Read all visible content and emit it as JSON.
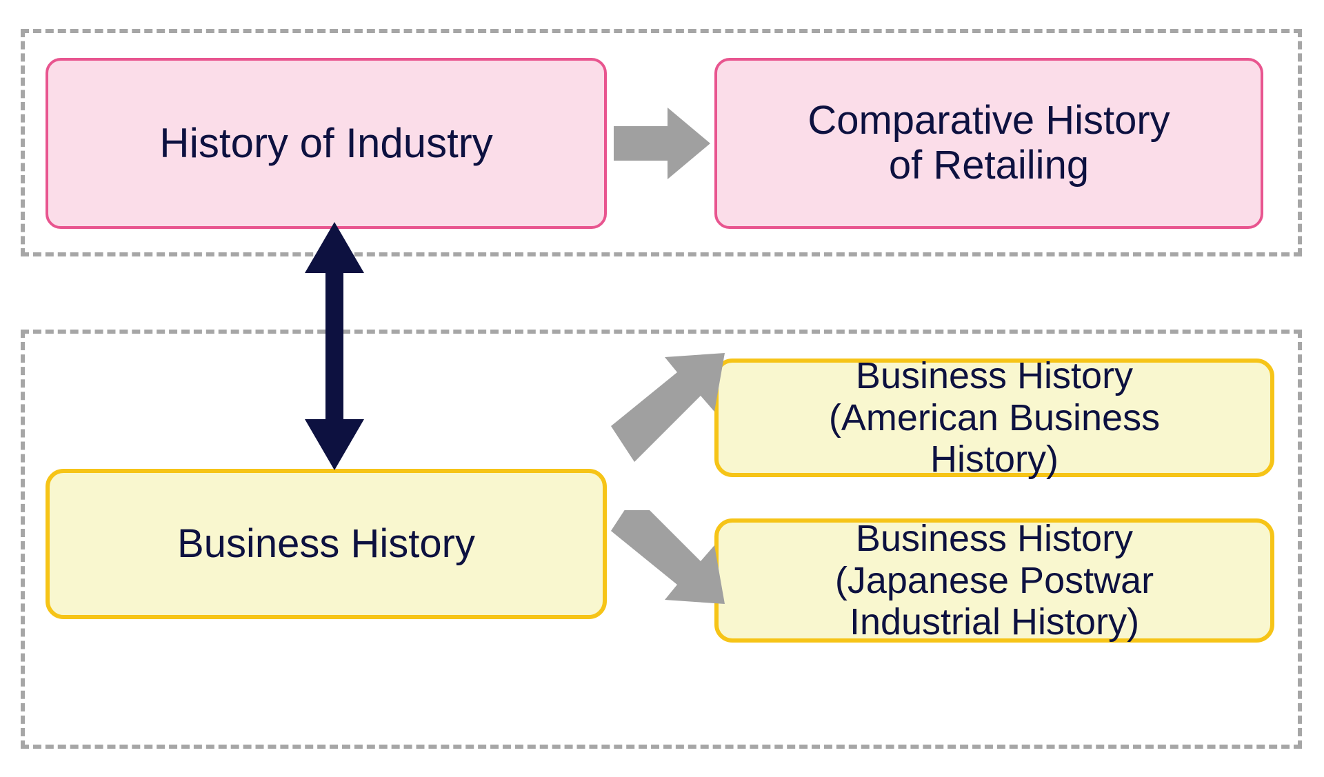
{
  "diagram": {
    "title": "Relationship between History of Industry and Business History",
    "background_color": "#ffffff"
  },
  "groups": [
    {
      "id": "industry-group",
      "label": "",
      "border_color": "#a6a6a6",
      "border_style": "dashed"
    },
    {
      "id": "business-group",
      "label": "",
      "border_color": "#a6a6a6",
      "border_style": "dashed"
    }
  ],
  "nodes": {
    "history_of_industry": {
      "label": "History of Industry",
      "fill": "#fbdde9",
      "border": "#e8558f",
      "text_color": "#0d1140"
    },
    "comparative_history_of_retailing": {
      "label": "Comparative History\nof Retailing",
      "fill": "#fbdde9",
      "border": "#e8558f",
      "text_color": "#0d1140"
    },
    "business_history": {
      "label": "Business History",
      "fill": "#f9f7cf",
      "border": "#f6c417",
      "text_color": "#0d1140"
    },
    "business_history_american": {
      "label": "Business History\n(American Business\nHistory)",
      "fill": "#f9f7cf",
      "border": "#f6c417",
      "text_color": "#0d1140"
    },
    "business_history_japanese": {
      "label": "Business History\n(Japanese Postwar\nIndustrial History)",
      "fill": "#f9f7cf",
      "border": "#f6c417",
      "text_color": "#0d1140"
    }
  },
  "arrows": {
    "industry_to_retailing": {
      "name": "right-arrow-icon",
      "color": "#a0a0a0",
      "direction": "right"
    },
    "industry_business_link": {
      "name": "double-headed-vertical-arrow-icon",
      "color": "#0d1140",
      "direction": "up-down"
    },
    "business_to_american": {
      "name": "up-right-arrow-icon",
      "color": "#a0a0a0",
      "direction": "up-right"
    },
    "business_to_japanese": {
      "name": "down-right-arrow-icon",
      "color": "#a0a0a0",
      "direction": "down-right"
    }
  }
}
